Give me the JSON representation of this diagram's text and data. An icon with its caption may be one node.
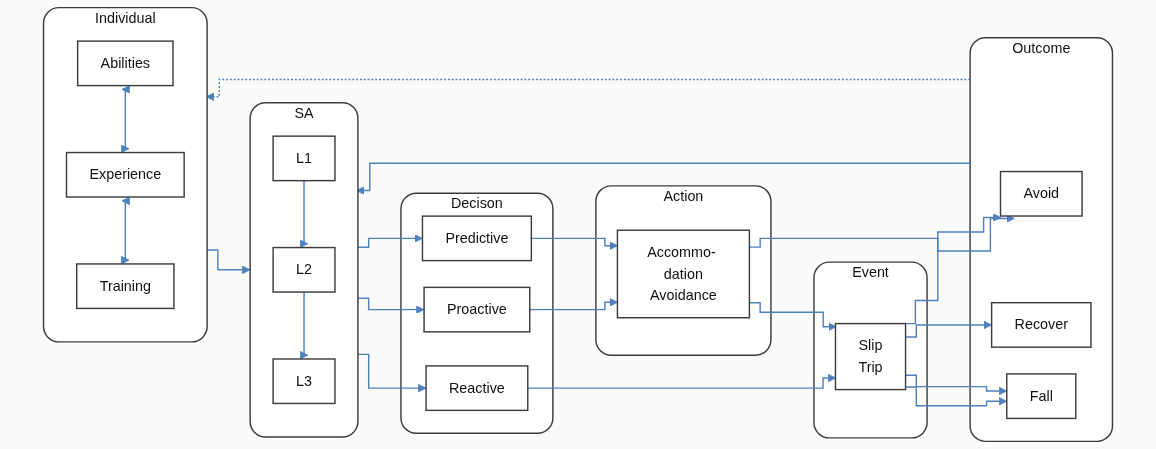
{
  "diagram": {
    "nodes": [
      {
        "text": [
          "Individual"
        ]
      },
      {
        "text": [
          "Abilities"
        ],
        "in": 0
      },
      {
        "text": [
          "Experience"
        ],
        "in": 0
      },
      {
        "text": [
          "Training"
        ],
        "in": 0
      },
      {
        "text": [
          "SA"
        ]
      },
      {
        "text": [
          "L1"
        ],
        "in": 4
      },
      {
        "text": [
          "L2"
        ],
        "in": 4
      },
      {
        "text": [
          "L3"
        ],
        "in": 4
      },
      {
        "text": [
          "Decison"
        ]
      },
      {
        "text": [
          "Proactive"
        ],
        "in": 8
      },
      {
        "text": [
          "Predictive"
        ],
        "in": 8
      },
      {
        "text": [
          "Reactive"
        ],
        "in": 8
      },
      {
        "text": [
          "Action"
        ]
      },
      {
        "text": [
          "Accommo- dation",
          "Avoidance"
        ],
        "in": 12
      },
      {
        "text": [
          "Event"
        ]
      },
      {
        "text": [
          "Slip",
          "Trip"
        ],
        "in": 14
      },
      {
        "text": [
          "Outcome"
        ]
      },
      {
        "text": [
          "Avoid"
        ],
        "in": 16
      },
      {
        "text": [
          "Recover"
        ],
        "in": 16
      },
      {
        "text": [
          "Fall"
        ],
        "in": 16
      }
    ],
    "edges": [
      {
        "from": 1,
        "to": 2,
        "arrow": "both"
      },
      {
        "from": 2,
        "to": 3,
        "arrow": "both"
      },
      {
        "from": 0,
        "to": 4,
        "arrow": "to"
      },
      {
        "from": 5,
        "to": 6,
        "arrow": "to"
      },
      {
        "from": 6,
        "to": 7,
        "arrow": "to"
      },
      {
        "from": 4,
        "to": 9,
        "arrow": "to"
      },
      {
        "from": 4,
        "to": 10,
        "arrow": "to"
      },
      {
        "from": 4,
        "to": 11,
        "arrow": "to"
      },
      {
        "from": 9,
        "to": 13,
        "arrow": "to"
      },
      {
        "from": 10,
        "to": 13,
        "arrow": "to"
      },
      {
        "from": 11,
        "to": 15,
        "arrow": "to"
      },
      {
        "from": 13,
        "to": 17,
        "arrow": "to"
      },
      {
        "from": 13,
        "to": 15,
        "arrow": "to"
      },
      {
        "from": 15,
        "to": 17,
        "arrow": "to"
      },
      {
        "from": 15,
        "to": 18,
        "arrow": "to"
      },
      {
        "from": 15,
        "to": 19,
        "arrow": "to"
      },
      {
        "from": 15,
        "to": 19,
        "arrow": "to"
      },
      {
        "from": 16,
        "to": 4,
        "arrow": "to"
      },
      {
        "from": 16,
        "to": 0,
        "arrow": "to",
        "style": "dashed"
      }
    ]
  }
}
